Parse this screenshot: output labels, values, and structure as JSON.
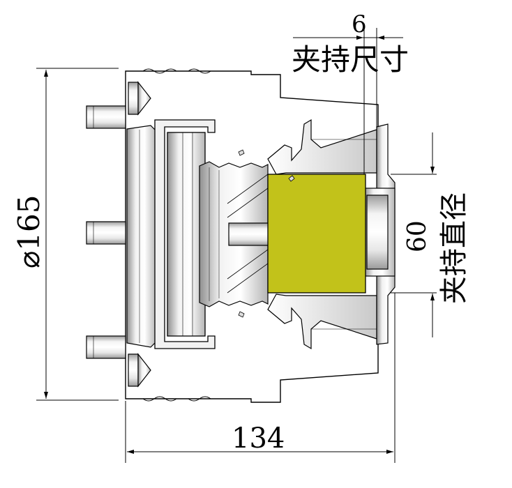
{
  "dimensions": {
    "clamp_width_value": "6",
    "clamp_width_label": "夹持尺寸",
    "clamp_diameter_value": "60",
    "clamp_diameter_label": "夹持直径",
    "outer_diameter": "⌀165",
    "overall_length": "134"
  },
  "colors": {
    "clamped_part": "#c2c21a",
    "line": "#000000",
    "metal_light": "#eeeeee",
    "metal_mid": "#cfcfcf",
    "metal_dark": "#a9a9a9"
  }
}
